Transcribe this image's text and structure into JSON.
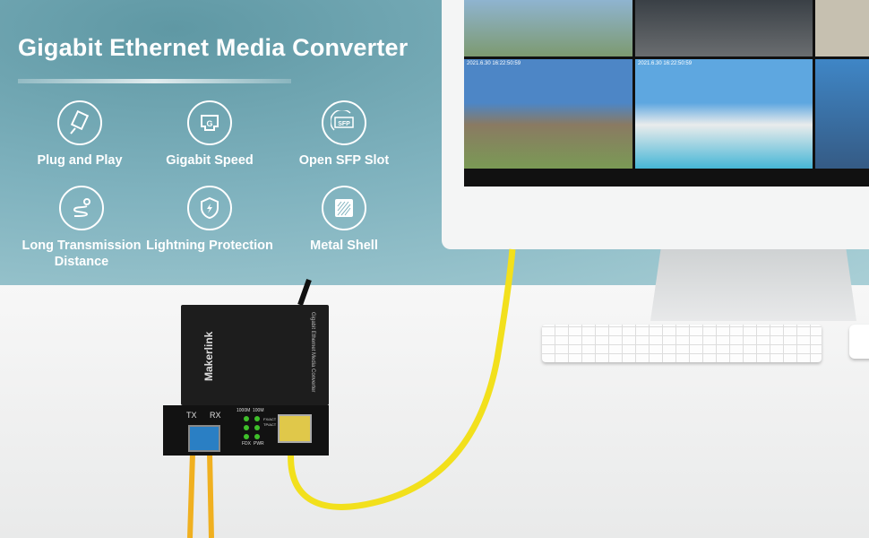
{
  "title": "Gigabit Ethernet Media Converter",
  "features": [
    {
      "icon": "ethernet-plug-icon",
      "label": "Plug and Play"
    },
    {
      "icon": "gigabit-port-icon",
      "label": "Gigabit Speed"
    },
    {
      "icon": "sfp-slot-icon",
      "label": "Open SFP Slot"
    },
    {
      "icon": "route-distance-icon",
      "label": "Long Transmission Distance"
    },
    {
      "icon": "shield-lightning-icon",
      "label": "Lightning Protection"
    },
    {
      "icon": "metal-shell-icon",
      "label": "Metal Shell"
    }
  ],
  "monitor": {
    "timestamps": [
      "2021.6.30 16:22:50:59",
      "2021.6.30 16:22:50:59"
    ]
  },
  "device": {
    "brand": "Makerlink",
    "name": "Gigabit Ethernet Media Converter",
    "port_labels": {
      "tx": "TX",
      "rx": "RX",
      "speed1": "1000M",
      "speed2": "100M",
      "fx_act": "FX/ACT",
      "tp_act": "TP/ACT",
      "fdx": "FDX",
      "pwr": "PWR"
    }
  },
  "colors": {
    "accent_teal": "#7fb2be",
    "cable_yellow": "#f2e01c",
    "led_green": "#3fbf2a",
    "fiber_blue": "#2a7fc4"
  }
}
